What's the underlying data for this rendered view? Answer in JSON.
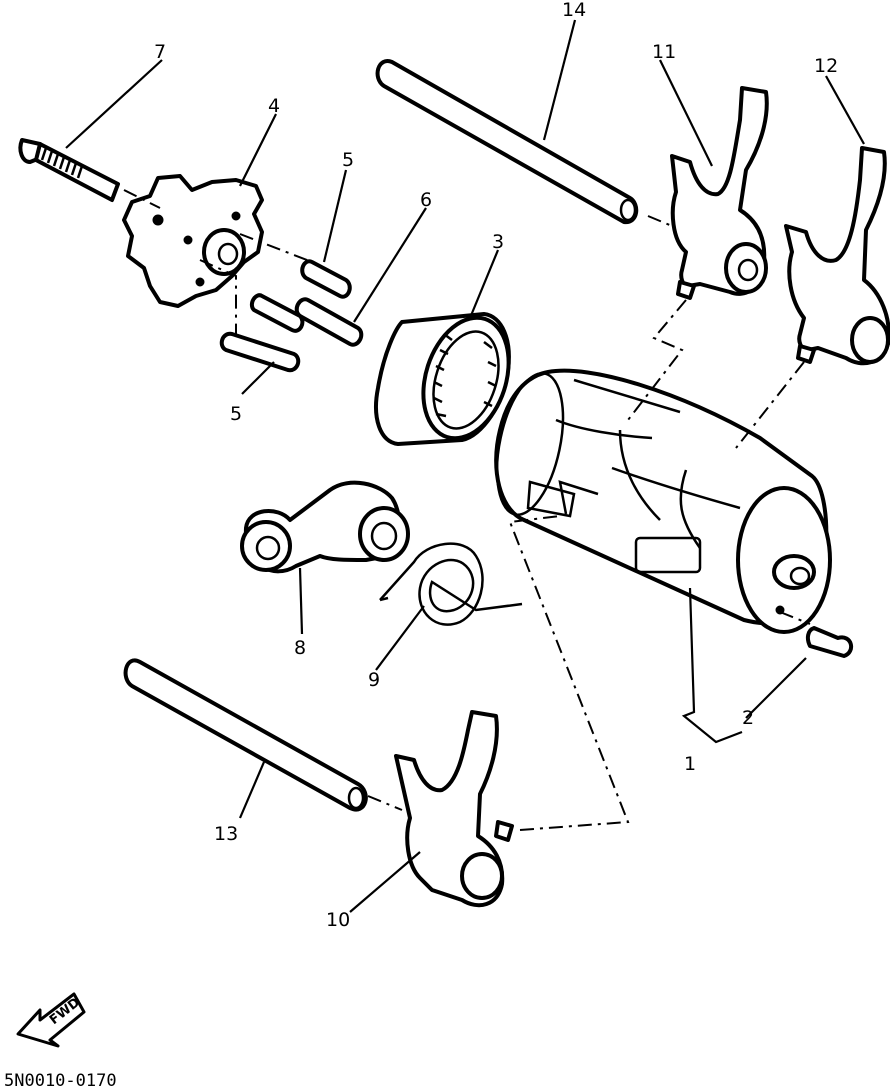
{
  "callouts": {
    "c1": "1",
    "c2": "2",
    "c3": "3",
    "c4": "4",
    "c5a": "5",
    "c5b": "5",
    "c6": "6",
    "c7": "7",
    "c8": "8",
    "c9": "9",
    "c10": "10",
    "c11": "11",
    "c12": "12",
    "c13": "13",
    "c14": "14"
  },
  "fwd_label": "FWD",
  "drawing_code": "5N0010-0170"
}
